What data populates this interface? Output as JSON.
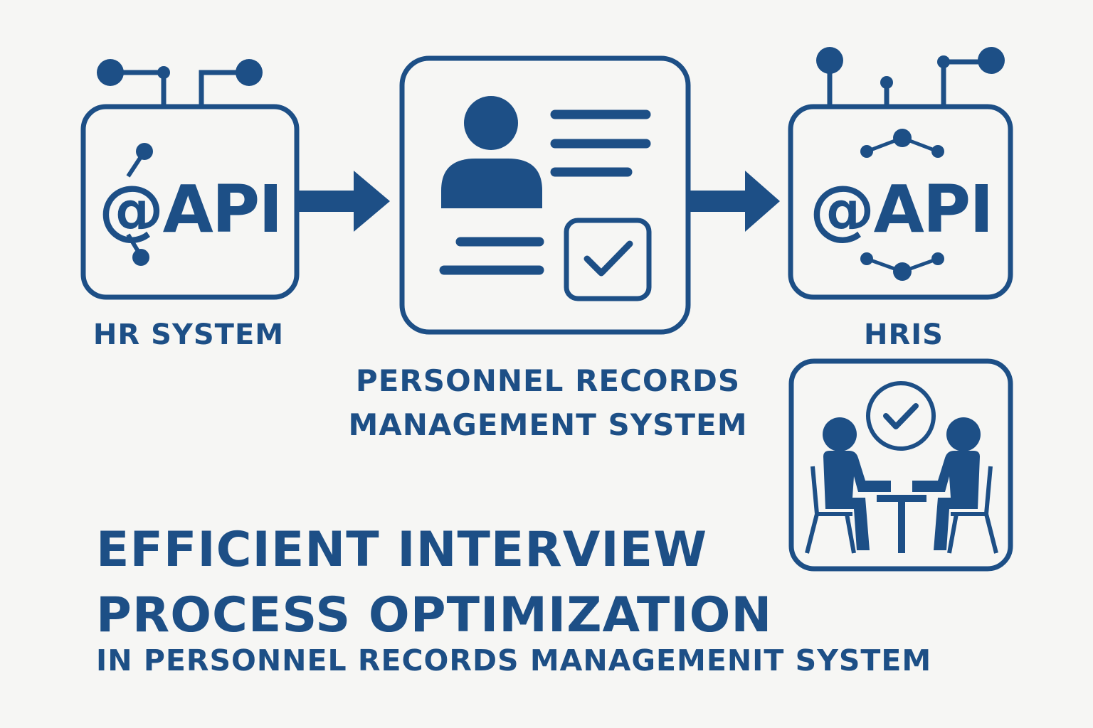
{
  "nodes": {
    "hr_system": {
      "label": "HR SYSTEM",
      "icon_text": "@API",
      "icon": "api-icon"
    },
    "prms": {
      "label_line1": "PERSONNEL RECORDS",
      "label_line2": "MANAGEMENT SYSTEM",
      "icon": "personnel-record-icon"
    },
    "hris": {
      "label": "HRIS",
      "icon_text": "@API",
      "icon": "api-icon"
    },
    "interview": {
      "icon": "interview-meeting-icon"
    }
  },
  "heading": {
    "line1": "EFFICIENT INTERVIEW",
    "line2": "PROCESS OPTIMIZATION",
    "subtitle": "IN PERSONNEL RECORDS MANAGEMENIT SYSTEM"
  },
  "colors": {
    "primary": "#1d4f86",
    "background": "#f6f6f4"
  }
}
